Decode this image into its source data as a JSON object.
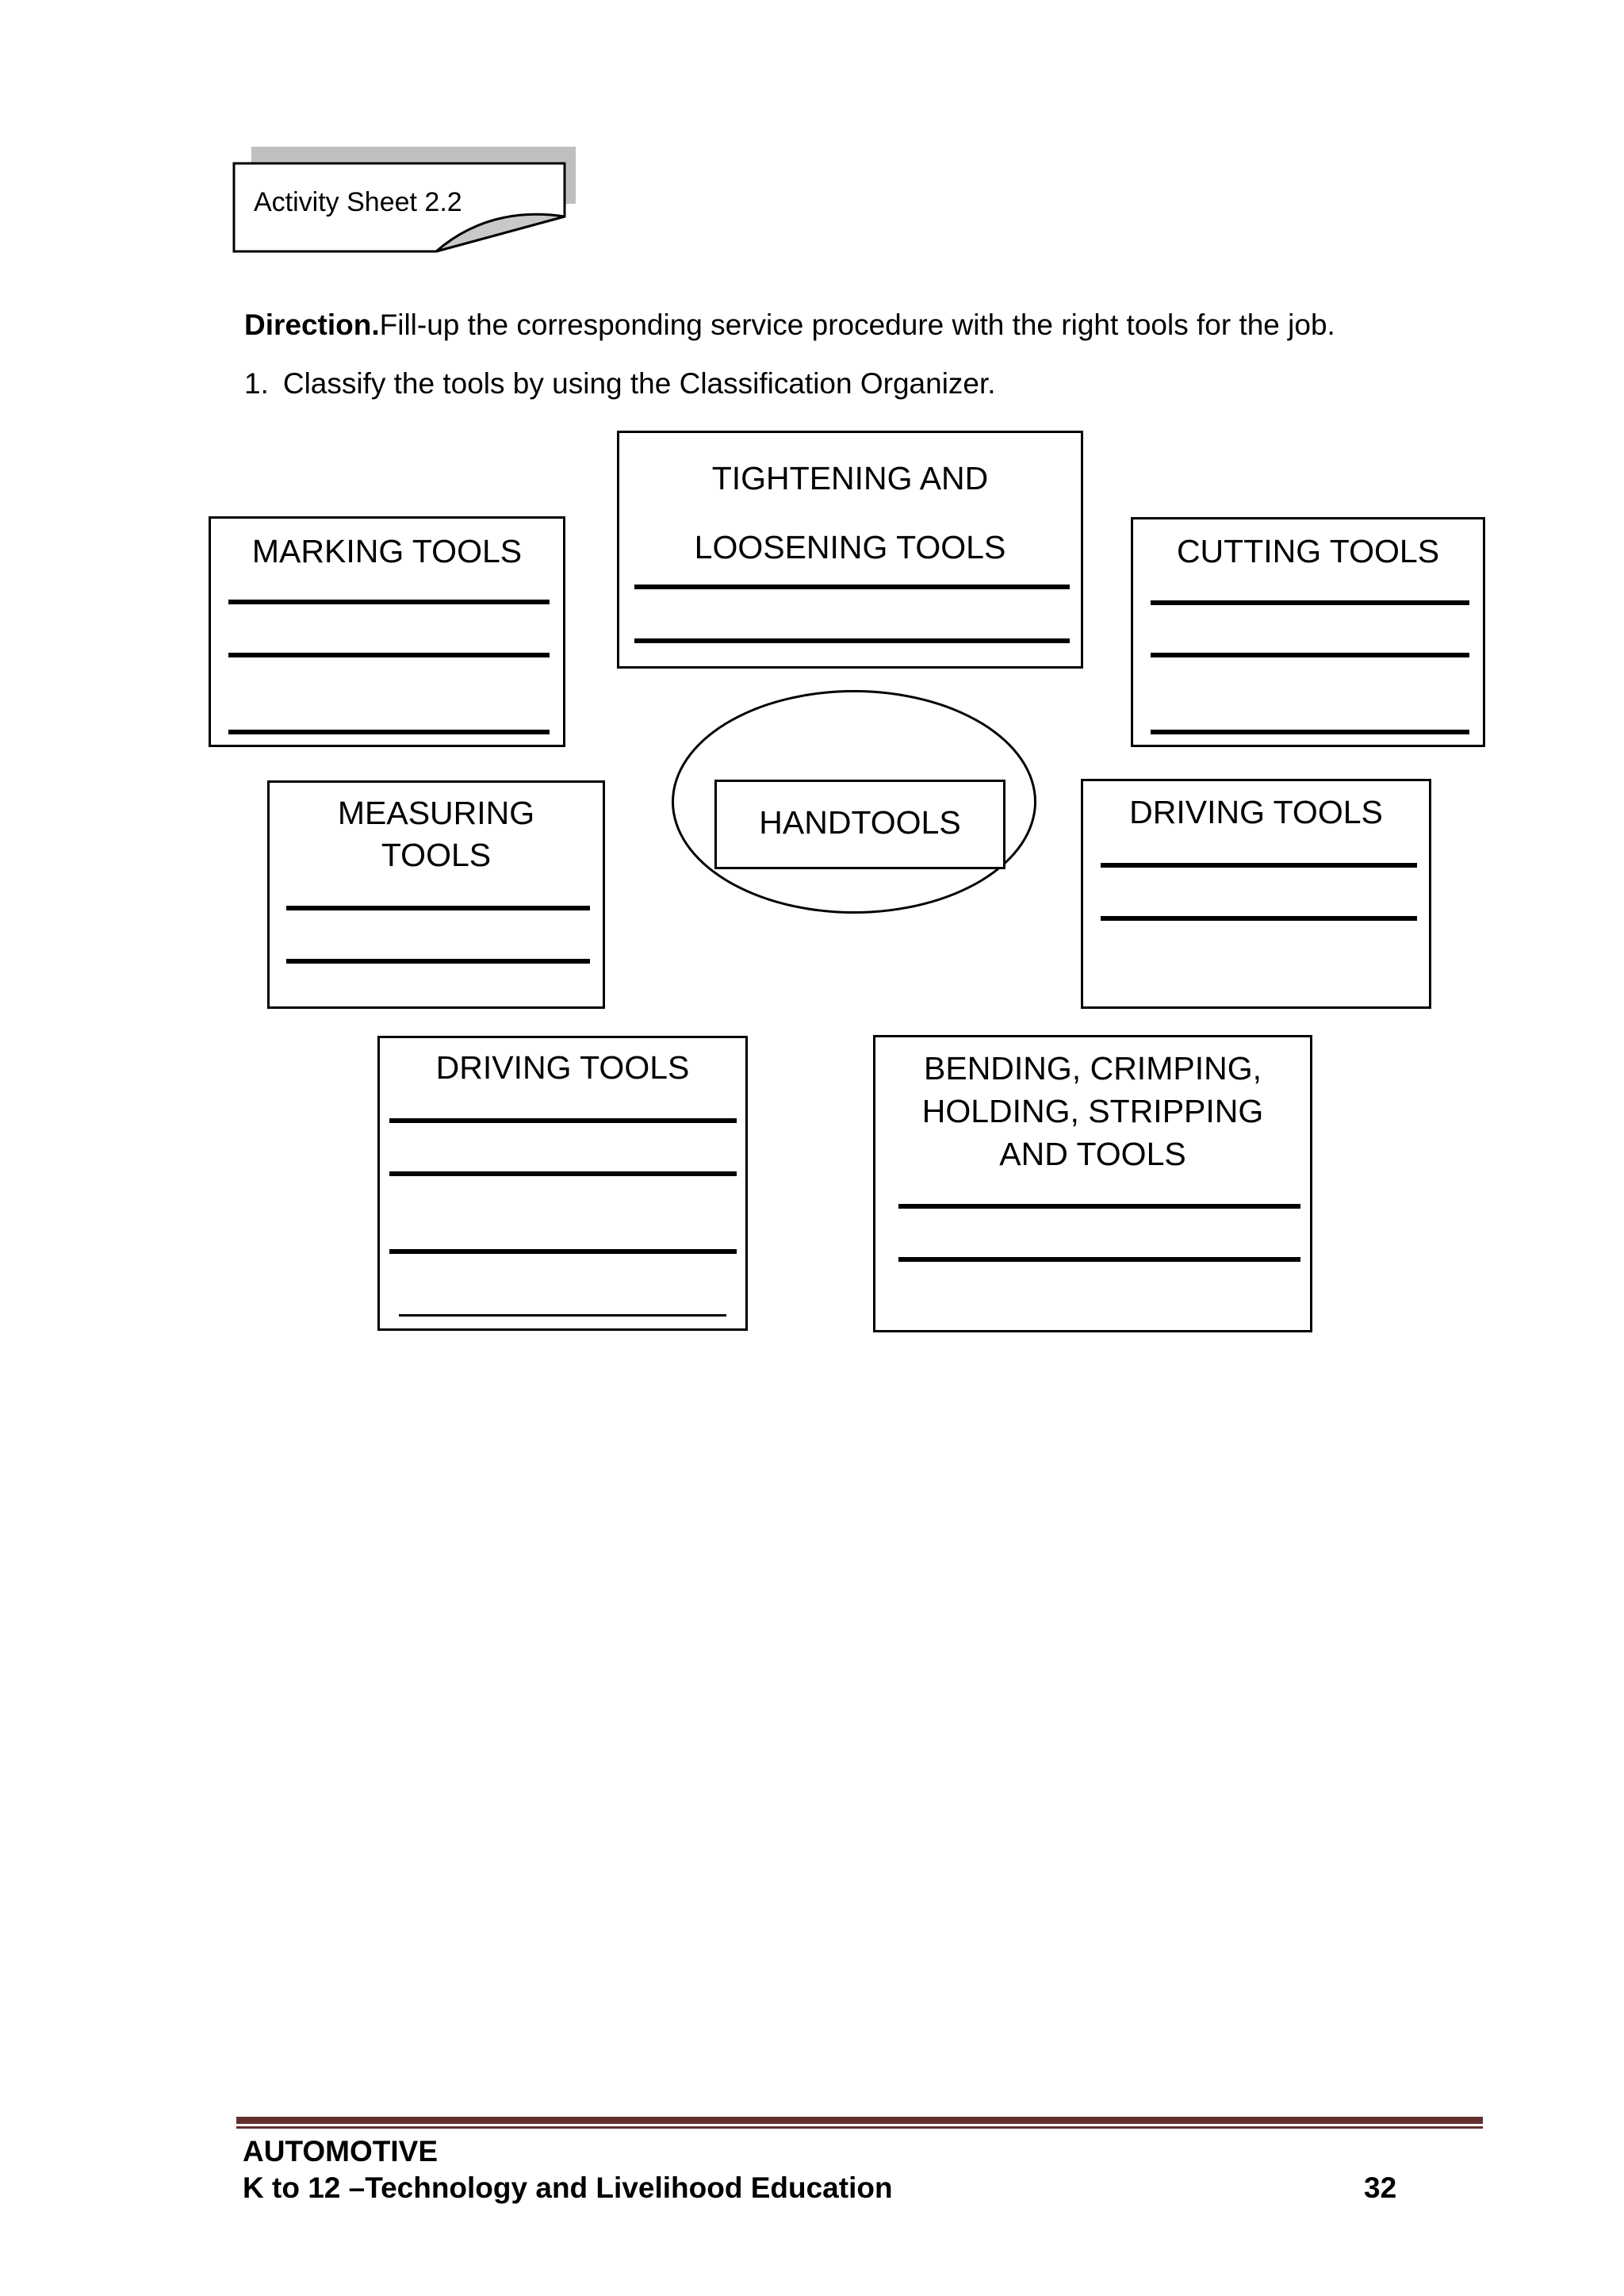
{
  "banner": {
    "title": "Activity Sheet 2.2"
  },
  "direction": {
    "label": "Direction.",
    "text": "Fill-up the corresponding service procedure with the right tools for the job."
  },
  "instruction": {
    "number": "1.",
    "text": "Classify the tools by using the Classification Organizer."
  },
  "organizer": {
    "tightening": {
      "title1": "TIGHTENING AND",
      "title2": "LOOSENING TOOLS",
      "blank_lines": 2
    },
    "marking": {
      "title": "MARKING TOOLS",
      "blank_lines": 3
    },
    "cutting": {
      "title": "CUTTING TOOLS",
      "blank_lines": 3
    },
    "measuring": {
      "title1": "MEASURING",
      "title2": "TOOLS",
      "blank_lines": 2
    },
    "handtools": {
      "title": "HANDTOOLS"
    },
    "driving_right": {
      "title": "DRIVING TOOLS",
      "blank_lines": 2
    },
    "driving_bottom": {
      "title": "DRIVING TOOLS",
      "blank_lines": 4
    },
    "bending": {
      "title1": "BENDING, CRIMPING,",
      "title2": "HOLDING, STRIPPING",
      "title3": "AND TOOLS",
      "blank_lines": 2
    }
  },
  "footer": {
    "program": "AUTOMOTIVE",
    "module": "K to 12 –Technology and Livelihood Education",
    "page_number": "32"
  },
  "colors": {
    "footer_rule": "#642f2f",
    "banner_shadow": "#bfbfbf",
    "fold": "#c9c9c9"
  }
}
